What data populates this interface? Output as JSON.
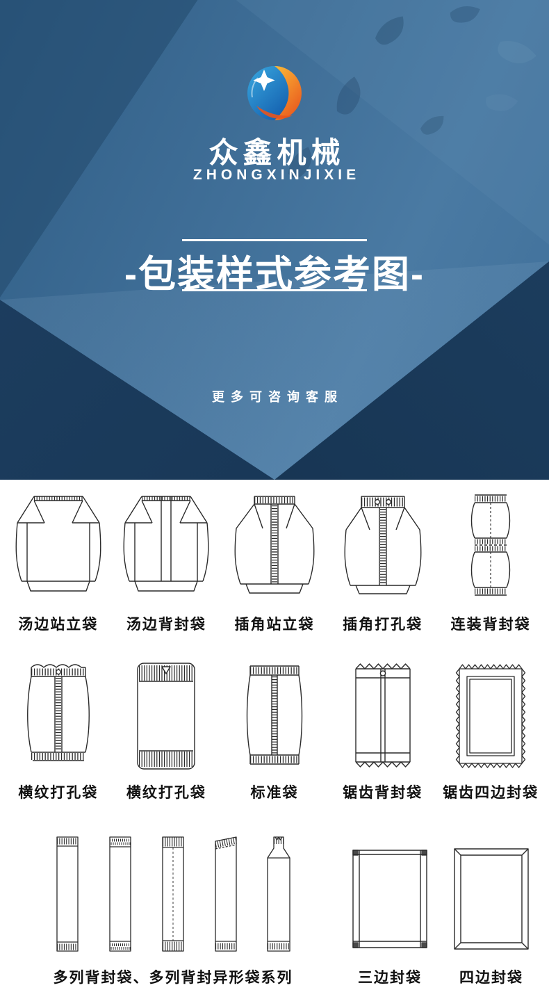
{
  "header": {
    "company_name": "众鑫机械",
    "company_name_en": "ZHONGXINJIXIE",
    "title": "-包装样式参考图-",
    "note": "更多可咨询客服",
    "logo_icon": "globe-swirl-star-logo",
    "colors": {
      "hero_blue": "#3f6e97",
      "hero_dark_navy": "#173554",
      "logo_blue": "#0b4da2",
      "logo_orange": "#e8541d",
      "text_white": "#ffffff",
      "label_black": "#111111",
      "line_art": "#2a2a2a"
    }
  },
  "gallery": {
    "row1": [
      {
        "label": "汤边站立袋",
        "icon": "gusset-standup-bag-icon"
      },
      {
        "label": "汤边背封袋",
        "icon": "gusset-backseal-bag-icon"
      },
      {
        "label": "插角站立袋",
        "icon": "corner-gusset-standup-bag-icon"
      },
      {
        "label": "插角打孔袋",
        "icon": "corner-gusset-punched-bag-icon"
      },
      {
        "label": "连装背封袋",
        "icon": "chained-backseal-bag-icon"
      }
    ],
    "row2": [
      {
        "label": "横纹打孔袋",
        "icon": "cross-stripe-punched-bag-icon"
      },
      {
        "label": "横纹打孔袋",
        "icon": "cross-stripe-punched-hang-bag-icon"
      },
      {
        "label": "标准袋",
        "icon": "standard-pillow-bag-icon"
      },
      {
        "label": "锯齿背封袋",
        "icon": "sawtooth-backseal-bag-icon"
      },
      {
        "label": "锯齿四边封袋",
        "icon": "sawtooth-four-side-seal-bag-icon"
      }
    ],
    "row3": {
      "group_label": "多列背封袋、多列背封异形袋系列",
      "group_icons": [
        "stick-bag-plain-icon",
        "stick-bag-dotted-crimp-icon",
        "stick-bag-striped-crimp-icon",
        "stick-bag-slant-top-icon",
        "stick-bag-shaped-neck-icon"
      ],
      "items": [
        {
          "label": "三边封袋",
          "icon": "three-side-seal-bag-icon"
        },
        {
          "label": "四边封袋",
          "icon": "four-side-seal-bag-icon"
        }
      ]
    }
  }
}
